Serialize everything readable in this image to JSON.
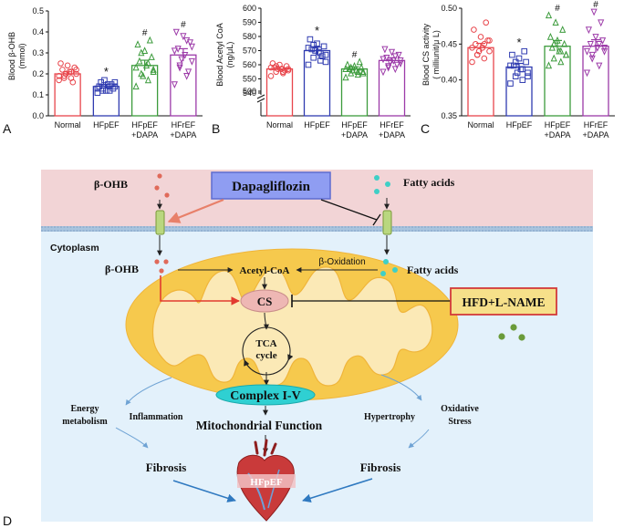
{
  "chart_data": [
    {
      "type": "bar",
      "panel": "A",
      "ylabel": "Blood β-OHB (mmol)",
      "ylim": [
        0,
        0.5
      ],
      "yticks": [
        0.0,
        0.1,
        0.2,
        0.3,
        0.4,
        0.5
      ],
      "ytick_labels": [
        "0.0",
        "0.1",
        "0.2",
        "0.3",
        "0.4",
        "0.5"
      ],
      "categories": [
        "Normal",
        "HFpEF",
        "HFpEF\n+DAPA",
        "HFrEF\n+DAPA"
      ],
      "values": [
        0.2,
        0.14,
        0.24,
        0.29
      ],
      "errors": [
        0.01,
        0.01,
        0.025,
        0.03
      ],
      "significance": [
        "",
        "*",
        "#",
        "#"
      ],
      "colors": [
        "#e8454b",
        "#2f3bb0",
        "#3c9b3c",
        "#9c3aa8"
      ],
      "markers": [
        "circle",
        "square",
        "triangle",
        "triangle-down"
      ],
      "points": [
        [
          0.17,
          0.18,
          0.19,
          0.2,
          0.21,
          0.22,
          0.23,
          0.24,
          0.25,
          0.16,
          0.2,
          0.19,
          0.21,
          0.18,
          0.22
        ],
        [
          0.11,
          0.12,
          0.13,
          0.14,
          0.15,
          0.16,
          0.13,
          0.12,
          0.14,
          0.15,
          0.17,
          0.13,
          0.14,
          0.12,
          0.16
        ],
        [
          0.14,
          0.17,
          0.2,
          0.22,
          0.24,
          0.26,
          0.28,
          0.31,
          0.34,
          0.36,
          0.19,
          0.23,
          0.25,
          0.3,
          0.21
        ],
        [
          0.15,
          0.19,
          0.23,
          0.26,
          0.29,
          0.32,
          0.35,
          0.38,
          0.4,
          0.21,
          0.27,
          0.31,
          0.36,
          0.24,
          0.33
        ]
      ]
    },
    {
      "type": "bar",
      "panel": "B",
      "ylabel": "Blood Acetyl CoA (ng/μL)",
      "ylim": [
        540,
        600
      ],
      "yticks": [
        540,
        550,
        560,
        570,
        580,
        590,
        600
      ],
      "ytick_labels": [
        "540",
        "550",
        "560",
        "570",
        "580",
        "590",
        "600"
      ],
      "axis_break_label": "500",
      "categories": [
        "Normal",
        "HFpEF",
        "HFpEF\n+DAPA",
        "HFrEF\n+DAPA"
      ],
      "values": [
        557,
        570,
        557,
        563
      ],
      "errors": [
        1.5,
        2.5,
        1.5,
        2
      ],
      "significance": [
        "",
        "*",
        "#",
        ""
      ],
      "colors": [
        "#e8454b",
        "#2f3bb0",
        "#3c9b3c",
        "#9c3aa8"
      ],
      "markers": [
        "circle",
        "square",
        "triangle",
        "triangle-down"
      ],
      "points": [
        [
          552,
          554,
          555,
          556,
          557,
          558,
          559,
          560,
          561,
          556,
          557,
          558,
          555,
          559,
          557
        ],
        [
          560,
          563,
          565,
          567,
          569,
          571,
          573,
          575,
          578,
          566,
          570,
          572,
          568,
          574,
          562
        ],
        [
          551,
          553,
          554,
          555,
          556,
          557,
          558,
          559,
          560,
          562,
          556,
          557,
          555,
          558,
          554
        ],
        [
          555,
          557,
          559,
          561,
          563,
          565,
          567,
          569,
          571,
          560,
          562,
          564,
          566,
          558,
          563
        ]
      ]
    },
    {
      "type": "bar",
      "panel": "C",
      "ylabel": "Blood CS activity ( milliunit/μ L)",
      "ylim": [
        0.35,
        0.5
      ],
      "yticks": [
        0.35,
        0.4,
        0.45,
        0.5
      ],
      "ytick_labels": [
        "0.35",
        "0.40",
        "0.45",
        "0.50"
      ],
      "categories": [
        "Normal",
        "HFpEF",
        "HFpEF\n+DAPA",
        "HFrEF\n+DAPA"
      ],
      "values": [
        0.445,
        0.418,
        0.447,
        0.447
      ],
      "errors": [
        0.006,
        0.005,
        0.008,
        0.009
      ],
      "significance": [
        "",
        "*",
        "#",
        "#"
      ],
      "colors": [
        "#e8454b",
        "#2f3bb0",
        "#3c9b3c",
        "#9c3aa8"
      ],
      "markers": [
        "circle",
        "square",
        "triangle",
        "triangle-down"
      ],
      "points": [
        [
          0.425,
          0.43,
          0.435,
          0.44,
          0.445,
          0.45,
          0.455,
          0.46,
          0.47,
          0.48,
          0.44,
          0.445,
          0.45,
          0.435,
          0.455
        ],
        [
          0.395,
          0.4,
          0.405,
          0.41,
          0.415,
          0.42,
          0.425,
          0.43,
          0.435,
          0.44,
          0.41,
          0.42,
          0.415,
          0.425,
          0.405
        ],
        [
          0.42,
          0.425,
          0.43,
          0.435,
          0.44,
          0.445,
          0.45,
          0.455,
          0.46,
          0.47,
          0.48,
          0.49,
          0.44,
          0.45,
          0.435
        ],
        [
          0.41,
          0.42,
          0.43,
          0.44,
          0.445,
          0.45,
          0.455,
          0.46,
          0.47,
          0.48,
          0.495,
          0.44,
          0.45,
          0.435,
          0.445
        ]
      ]
    }
  ],
  "panels": {
    "a_letter": "A",
    "b_letter": "B",
    "c_letter": "C",
    "d_letter": "D"
  },
  "diagram": {
    "beta_ohb_out": "β-OHB",
    "dapagliflozin": "Dapagliflozin",
    "fatty_acids_out": "Fatty acids",
    "cytoplasm": "Cytoplasm",
    "beta_ohb_in": "β-OHB",
    "acetyl_coa": "Acetyl-CoA",
    "beta_oxidation": "β-Oxidation",
    "fatty_acids_in": "Fatty acids",
    "cs": "CS",
    "hfd": "HFD+L-NAME",
    "tca": "TCA",
    "cycle": "cycle",
    "complex": "Complex I-V",
    "energy": "Energy",
    "metabolism": "metabolism",
    "inflammation": "Inflammation",
    "mito_function": "Mitochondrial Function",
    "hypertrophy": "Hypertrophy",
    "oxidative": "Oxidative",
    "stress": "Stress",
    "fibrosis_left": "Fibrosis",
    "fibrosis_right": "Fibrosis",
    "hfpef": "HFpEF"
  },
  "colors": {
    "extracellular": "#f2d4d6",
    "cytoplasm": "#e3f1fb",
    "mitochondrion": "#f6c94d",
    "mito_inner": "#fbe9b6",
    "dapa_box": "#8f9df2",
    "hfd_box": "#f6e08a",
    "hfd_border": "#d23a3a",
    "cs_fill": "#eeb7b4",
    "complex_fill": "#2fd0d2",
    "beta_ohb_dot": "#e06a5a",
    "fatty_dot": "#3fcfc6",
    "green_dot": "#6a9b3a"
  }
}
